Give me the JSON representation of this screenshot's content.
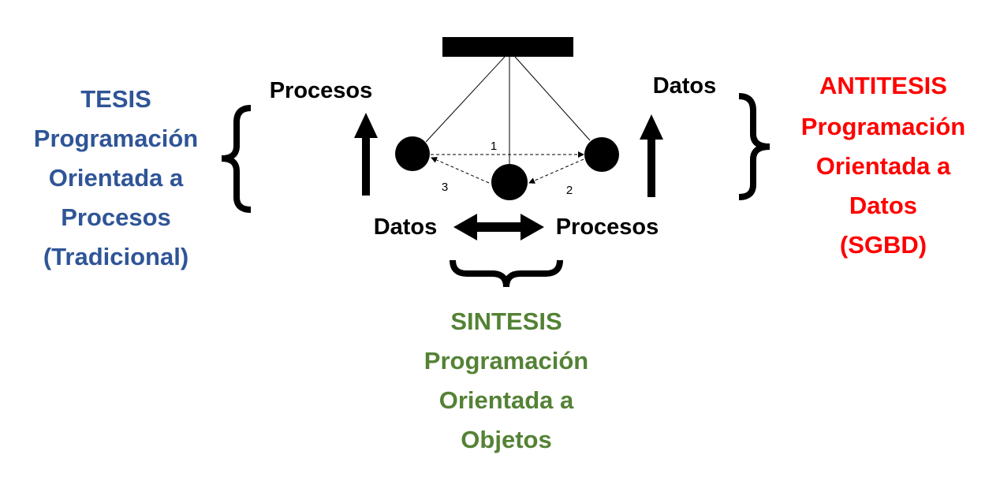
{
  "tesis": {
    "lines": [
      "TESIS",
      "Programación",
      "Orientada a",
      "Procesos",
      "(Tradicional)"
    ],
    "color": "#2F5597"
  },
  "antitesis": {
    "lines": [
      "ANTITESIS",
      "Programación",
      "Orientada a",
      "Datos",
      "(SGBD)"
    ],
    "color": "#FF0000"
  },
  "sintesis": {
    "lines": [
      "SINTESIS",
      "Programación",
      "Orientada a",
      "Objetos"
    ],
    "color": "#548235"
  },
  "labels": {
    "top_left": "Procesos",
    "top_right": "Datos",
    "bottom_left": "Datos",
    "bottom_right": "Procesos"
  },
  "pendulum": {
    "step1": "1",
    "step2": "2",
    "step3": "3"
  }
}
